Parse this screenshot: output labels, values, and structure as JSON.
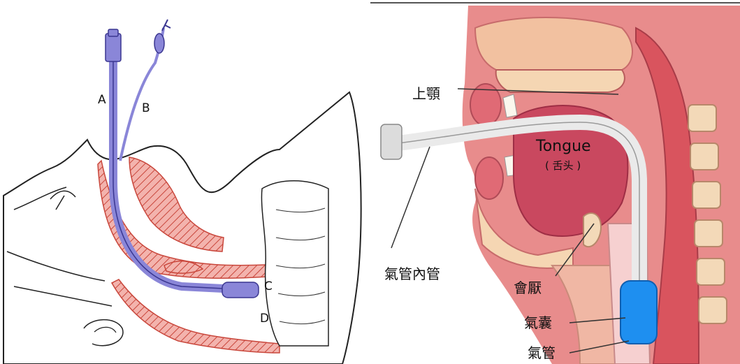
{
  "left_diagram": {
    "labels": {
      "a": "A",
      "b": "B",
      "c": "C",
      "d": "D"
    }
  },
  "right_diagram": {
    "labels": {
      "palate": "上顎",
      "tongue": "Tongue",
      "tongue_cn": "( 舌头 )",
      "tube": "氣管內管",
      "epiglottis": "會厭",
      "cuff": "氣囊",
      "trachea": "氣管"
    }
  }
}
